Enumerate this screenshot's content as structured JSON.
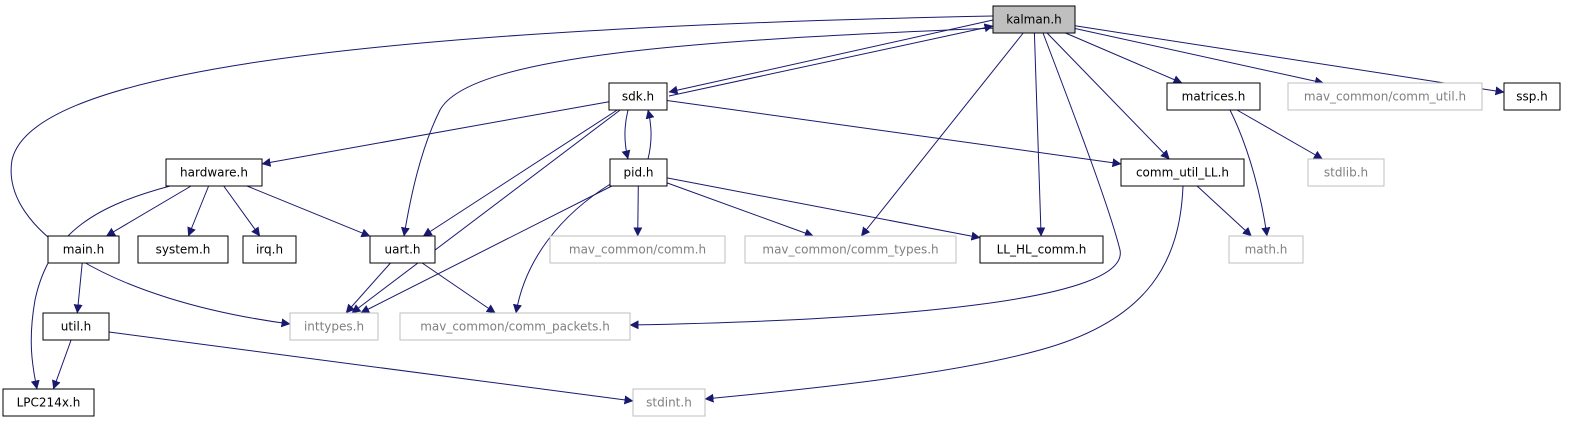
{
  "diagram": {
    "colors": {
      "edge": "#191970",
      "node_border": "#000000",
      "external_border": "#bfbfbf",
      "root_fill": "#bfbfbf",
      "node_fill": "#ffffff",
      "text": "#000000",
      "external_text": "#808080"
    },
    "nodes": [
      {
        "id": "kalman",
        "label": "kalman.h",
        "kind": "root"
      },
      {
        "id": "sdk",
        "label": "sdk.h",
        "kind": "internal"
      },
      {
        "id": "matrices",
        "label": "matrices.h",
        "kind": "internal"
      },
      {
        "id": "mav_comm_util",
        "label": "mav_common/comm_util.h",
        "kind": "external"
      },
      {
        "id": "ssp",
        "label": "ssp.h",
        "kind": "internal"
      },
      {
        "id": "hardware",
        "label": "hardware.h",
        "kind": "internal"
      },
      {
        "id": "pid",
        "label": "pid.h",
        "kind": "internal"
      },
      {
        "id": "comm_util_ll",
        "label": "comm_util_LL.h",
        "kind": "internal"
      },
      {
        "id": "stdlib",
        "label": "stdlib.h",
        "kind": "external"
      },
      {
        "id": "main",
        "label": "main.h",
        "kind": "internal"
      },
      {
        "id": "system",
        "label": "system.h",
        "kind": "internal"
      },
      {
        "id": "irq",
        "label": "irq.h",
        "kind": "internal"
      },
      {
        "id": "uart",
        "label": "uart.h",
        "kind": "internal"
      },
      {
        "id": "mav_comm",
        "label": "mav_common/comm.h",
        "kind": "external"
      },
      {
        "id": "mav_comm_types",
        "label": "mav_common/comm_types.h",
        "kind": "external"
      },
      {
        "id": "ll_hl_comm",
        "label": "LL_HL_comm.h",
        "kind": "internal"
      },
      {
        "id": "math",
        "label": "math.h",
        "kind": "external"
      },
      {
        "id": "util",
        "label": "util.h",
        "kind": "internal"
      },
      {
        "id": "inttypes",
        "label": "inttypes.h",
        "kind": "external"
      },
      {
        "id": "mav_comm_packets",
        "label": "mav_common/comm_packets.h",
        "kind": "external"
      },
      {
        "id": "lpc214x",
        "label": "LPC214x.h",
        "kind": "internal"
      },
      {
        "id": "stdint",
        "label": "stdint.h",
        "kind": "external"
      }
    ],
    "edges": [
      {
        "from": "kalman",
        "to": "sdk"
      },
      {
        "from": "sdk",
        "to": "kalman"
      },
      {
        "from": "kalman",
        "to": "matrices"
      },
      {
        "from": "kalman",
        "to": "mav_comm_util"
      },
      {
        "from": "kalman",
        "to": "ssp"
      },
      {
        "from": "kalman",
        "to": "inttypes"
      },
      {
        "from": "kalman",
        "to": "uart"
      },
      {
        "from": "kalman",
        "to": "mav_comm_types"
      },
      {
        "from": "kalman",
        "to": "ll_hl_comm"
      },
      {
        "from": "kalman",
        "to": "mav_comm_packets"
      },
      {
        "from": "kalman",
        "to": "comm_util_ll"
      },
      {
        "from": "sdk",
        "to": "hardware"
      },
      {
        "from": "sdk",
        "to": "pid"
      },
      {
        "from": "pid",
        "to": "sdk"
      },
      {
        "from": "sdk",
        "to": "comm_util_ll"
      },
      {
        "from": "sdk",
        "to": "uart"
      },
      {
        "from": "sdk",
        "to": "inttypes"
      },
      {
        "from": "matrices",
        "to": "stdlib"
      },
      {
        "from": "matrices",
        "to": "math"
      },
      {
        "from": "hardware",
        "to": "main"
      },
      {
        "from": "hardware",
        "to": "system"
      },
      {
        "from": "hardware",
        "to": "irq"
      },
      {
        "from": "hardware",
        "to": "uart"
      },
      {
        "from": "hardware",
        "to": "lpc214x"
      },
      {
        "from": "pid",
        "to": "mav_comm"
      },
      {
        "from": "pid",
        "to": "mav_comm_types"
      },
      {
        "from": "pid",
        "to": "ll_hl_comm"
      },
      {
        "from": "pid",
        "to": "inttypes"
      },
      {
        "from": "pid",
        "to": "mav_comm_packets"
      },
      {
        "from": "comm_util_ll",
        "to": "math"
      },
      {
        "from": "comm_util_ll",
        "to": "stdint"
      },
      {
        "from": "main",
        "to": "util"
      },
      {
        "from": "uart",
        "to": "inttypes"
      },
      {
        "from": "uart",
        "to": "mav_comm_packets"
      },
      {
        "from": "util",
        "to": "lpc214x"
      },
      {
        "from": "util",
        "to": "stdint"
      }
    ]
  }
}
